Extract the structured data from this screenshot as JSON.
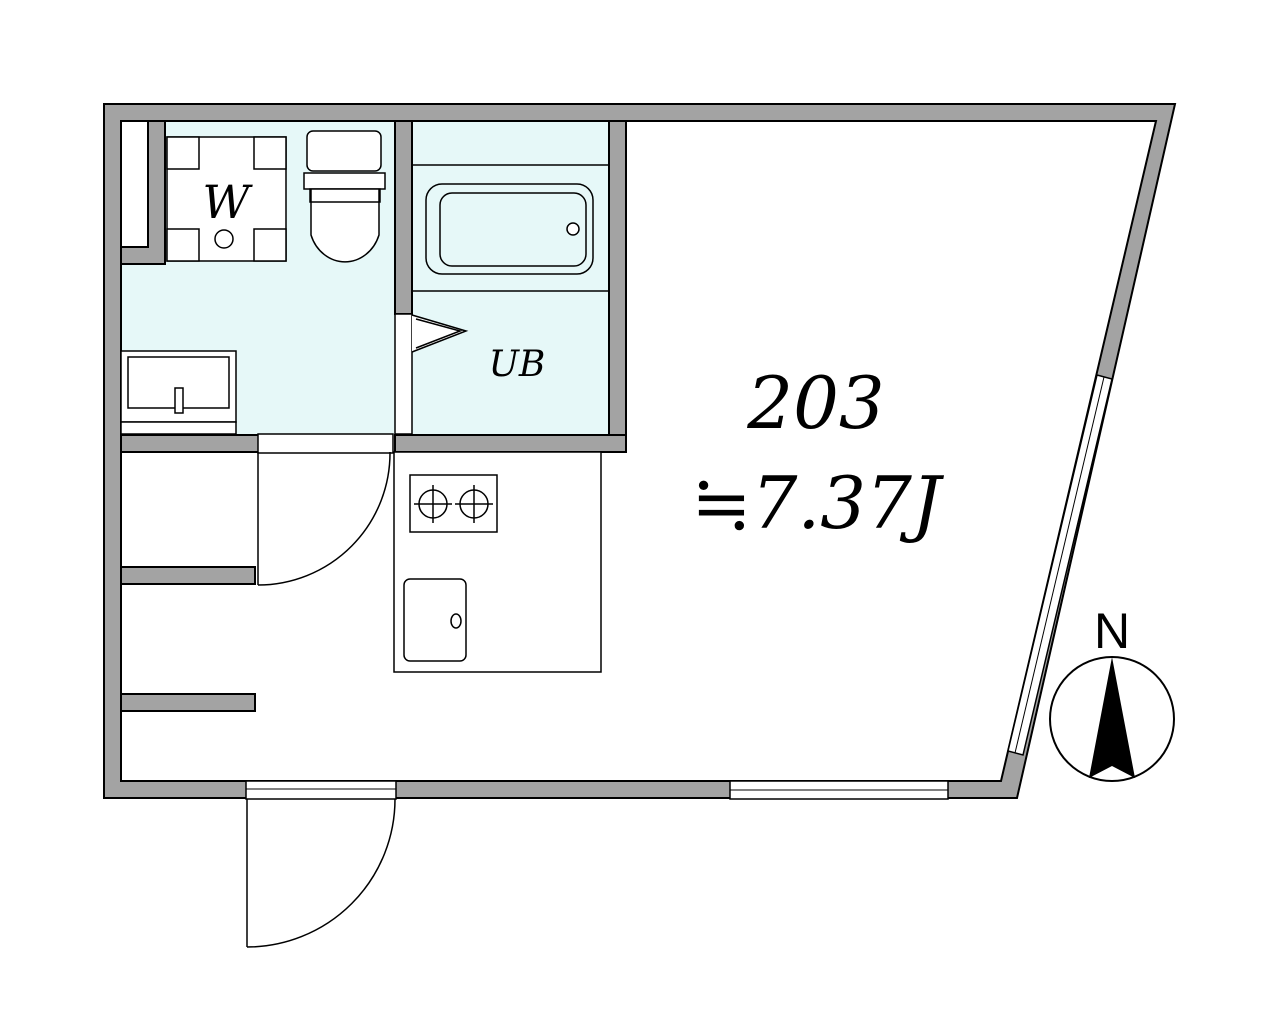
{
  "room": {
    "number": "203",
    "area": "≒7.37J"
  },
  "labels": {
    "washer": "W",
    "unit_bath": "UB"
  },
  "compass": {
    "north": "N"
  },
  "colors": {
    "wall": "#a3a3a3",
    "wet_area": "#e6f8f8",
    "line": "#000000",
    "background": "#ffffff"
  }
}
